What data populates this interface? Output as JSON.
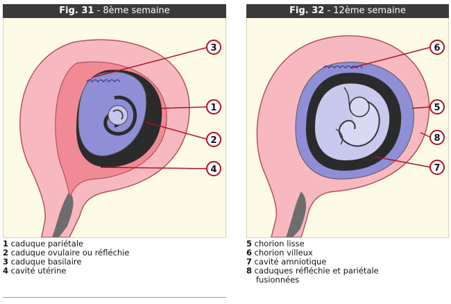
{
  "fig31": {
    "title_bold": "Fig. 31",
    "title_rest": " - 8ème semaine",
    "callouts": [
      "3",
      "1",
      "2",
      "4"
    ],
    "legend": [
      {
        "num": "1",
        "text": "caduque pariétale"
      },
      {
        "num": "2",
        "text": "caduque ovulaire ou réfléchie"
      },
      {
        "num": "3",
        "text": "caduque basilaire"
      },
      {
        "num": "4",
        "text": "cavité utérine"
      }
    ]
  },
  "fig32": {
    "title_bold": "Fig. 32",
    "title_rest": " - 12ème semaine",
    "callouts": [
      "6",
      "5",
      "8",
      "7"
    ],
    "legend": [
      {
        "num": "5",
        "text": "chorion lisse"
      },
      {
        "num": "6",
        "text": "chorion villeux"
      },
      {
        "num": "7",
        "text": "cavité amniotique"
      },
      {
        "num": "8",
        "text": "caduques réfléchie et pariétale"
      },
      {
        "num": "",
        "text": "fusionnées"
      }
    ]
  },
  "colors": {
    "title_bar": "#3a3a3a",
    "background": "#fdfbe6",
    "uterus_wall": "#f7b9bf",
    "decidua": "#f08a94",
    "chorion": "#8e8fd6",
    "amnion_dark": "#2b2b2b",
    "callout_ring": "#b01020"
  }
}
